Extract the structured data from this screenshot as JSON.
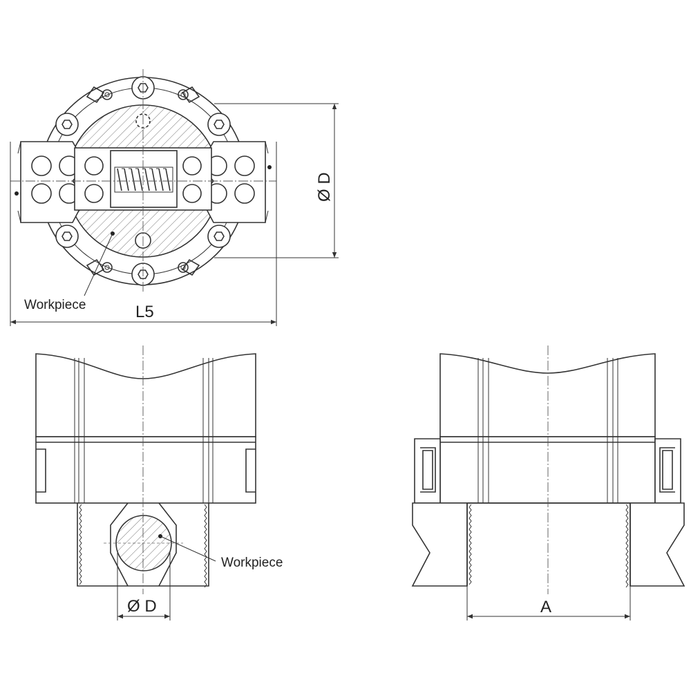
{
  "labels": {
    "workpiece_top": "Workpiece",
    "workpiece_bottom": "Workpiece",
    "dim_L5": "L5",
    "dim_D_top": "Ø D",
    "dim_D_bottom": "Ø D",
    "dim_A": "A"
  },
  "colors": {
    "line": "#333333",
    "background": "#ffffff"
  }
}
